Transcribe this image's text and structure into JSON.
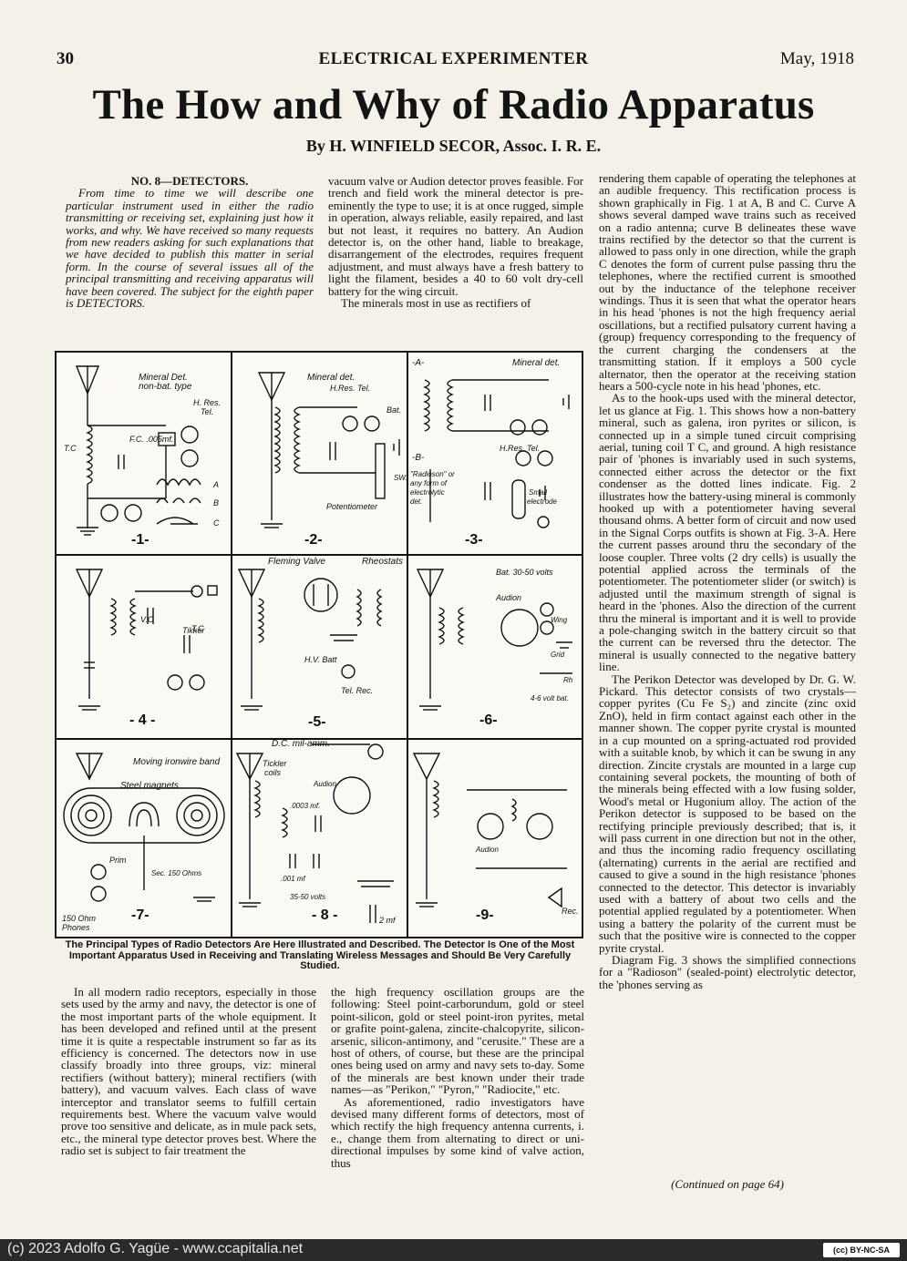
{
  "header": {
    "page_number": "30",
    "magazine": "ELECTRICAL EXPERIMENTER",
    "date": "May, 1918"
  },
  "article": {
    "title": "The How and Why of Radio Apparatus",
    "byline": "By H. WINFIELD SECOR, Assoc. I. R. E."
  },
  "intro": {
    "heading": "NO. 8—DETECTORS.",
    "text": "From time to time we will describe one particular instrument used in either the radio transmitting or receiving set, explaining just how it works, and why. We have received so many requests from new readers asking for such explanations that we have decided to publish this matter in serial form. In the course of several issues all of the principal transmitting and receiving apparatus will have been covered. The subject for the eighth paper is DETECTORS."
  },
  "column_mid_top": [
    "vacuum valve or Audion detector proves feasible. For trench and field work the mineral detector is pre-eminently the type to use; it is at once rugged, simple in operation, always reliable, easily repaired, and last but not least, it requires no battery. An Audion detector is, on the other hand, liable to breakage, disarrangement of the electrodes, requires frequent adjustment, and must always have a fresh battery to light the filament, besides a 40 to 60 volt dry-cell battery for the wing circuit.",
    "The minerals most in use as rectifiers of"
  ],
  "column_right": [
    "rendering them capable of operating the telephones at an audible frequency. This rectification process is shown graphically in Fig. 1 at A, B and C. Curve A shows several damped wave trains such as received on a radio antenna; curve B delineates these wave trains rectified by the detector so that the current is allowed to pass only in one direction, while the graph C denotes the form of current pulse passing thru the telephones, where the rectified current is smoothed out by the inductance of the telephone receiver windings. Thus it is seen that what the operator hears in his head 'phones is not the high frequency aerial oscillations, but a rectified pulsatory current having a (group) frequency corresponding to the frequency of the current charging the condensers at the transmitting station. If it employs a 500 cycle alternator, then the operator at the receiving station hears a 500-cycle note in his head 'phones, etc.",
    "As to the hook-ups used with the mineral detector, let us glance at Fig. 1. This shows how a non-battery mineral, such as galena, iron pyrites or silicon, is connected up in a simple tuned circuit comprising aerial, tuning coil T C, and ground. A high resistance pair of 'phones is invariably used in such systems, connected either across the detector or the fixt condenser as the dotted lines indicate. Fig. 2 illustrates how the battery-using mineral is commonly hooked up with a potentiometer having several thousand ohms. A better form of circuit and now used in the Signal Corps outfits is shown at Fig. 3-A. Here the current passes around thru the secondary of the loose coupler. Three volts (2 dry cells) is usually the potential applied across the terminals of the potentiometer. The potentiometer slider (or switch) is adjusted until the maximum strength of signal is heard in the 'phones. Also the direction of the current thru the mineral is important and it is well to provide a pole-changing switch in the battery circuit so that the current can be reversed thru the detector. The mineral is usually connected to the negative battery line.",
    "The Perikon Detector was developed by Dr. G. W. Pickard. This detector consists of two crystals—copper pyrites (Cu Fe S₂) and zincite (zinc oxid ZnO), held in firm contact against each other in the manner shown. The copper pyrite crystal is mounted in a cup mounted on a spring-actuated rod provided with a suitable knob, by which it can be swung in any direction. Zincite crystals are mounted in a large cup containing several pockets, the mounting of both of the minerals being effected with a low fusing solder, Wood's metal or Hugonium alloy. The action of the Perikon detector is supposed to be based on the rectifying principle previously described; that is, it will pass current in one direction but not in the other, and thus the incoming radio frequency oscillating (alternating) currents in the aerial are rectified and caused to give a sound in the high resistance 'phones connected to the detector. This detector is invariably used with a battery of about two cells and the potential applied regulated by a potentiometer. When using a battery the polarity of the current must be such that the positive wire is connected to the copper pyrite crystal.",
    "Diagram Fig. 3 shows the simplified connections for a \"Radioson\" (sealed-point) electrolytic detector, the 'phones serving as"
  ],
  "continued_note": "(Continued on page 64)",
  "figure": {
    "caption": "The Principal Types of Radio Detectors Are Here Illustrated and Described. The Detector Is One of the Most Important Apparatus Used in Receiving and Translating Wireless Messages and Should Be Very Carefully Studied.",
    "labels": {
      "f1a": "Mineral Det.",
      "f1b": "non-bat. type",
      "f1c": "H. Res.",
      "f1d": "Tel.",
      "f1e": "F.C. .005mf.",
      "f1f": "T.C",
      "f1g": "A",
      "f1h": "B",
      "f1i": "C",
      "f2a": "Mineral det.",
      "f2b": "H.Res. Tel.",
      "f2c": "Bat.",
      "f2d": "Potentiometer",
      "f2e": "SW.",
      "f3a": "Mineral det.",
      "f3b": "H.Res. Tel.",
      "f3c": "\"Radioson\" or",
      "f3d": "any form of",
      "f3e": "electrolytic",
      "f3f": "det.",
      "f3g": "Small",
      "f3h": "electrode",
      "f3i": "-A-",
      "f3j": "-B-",
      "f4a": "Tikker",
      "f4b": "V.C",
      "f4c": "T.C",
      "f5a": "Fleming Valve",
      "f5b": "Rheostats",
      "f5c": "H.V. Batt",
      "f5d": "Tel. Rec.",
      "f6a": "Bat. 30-50 volts",
      "f6b": "Audion",
      "f6c": "Wing",
      "f6d": "Grid",
      "f6e": "Rh",
      "f6f": "4-6 volt bat.",
      "f7a": "Moving ironwire band",
      "f7b": "Steel magnets",
      "f7c": "Prim",
      "f7d": "Sec. 150 Ohms",
      "f7e": "150 Ohm",
      "f7f": "Phones",
      "f8a": "D.C. mil-amm.",
      "f8b": "Tickler",
      "f8c": "coils",
      "f8d": "Audion",
      "f8e": ".0003 mf.",
      "f8f": ".001 mf",
      "f8g": "35-50 volts",
      "f8h": "2 mf",
      "f9a": "Audion",
      "f9b": "Rec.",
      "n1": "-1-",
      "n2": "-2-",
      "n3": "-3-",
      "n4": "- 4 -",
      "n5": "-5-",
      "n6": "-6-",
      "n7": "-7-",
      "n8": "- 8 -",
      "n9": "-9-"
    }
  },
  "column_bottom_left": [
    "In all modern radio receptors, especially in those sets used by the army and navy, the detector is one of the most important parts of the whole equipment. It has been developed and refined until at the present time it is quite a respectable instrument so far as its efficiency is concerned. The detectors now in use classify broadly into three groups, viz: mineral rectifiers (without battery); mineral rectifiers (with battery), and vacuum valves. Each class of wave interceptor and translator seems to fulfill certain requirements best. Where the vacuum valve would prove too sensitive and delicate, as in mule pack sets, etc., the mineral type detector proves best. Where the radio set is subject to fair treatment the"
  ],
  "column_bottom_mid": [
    "the high frequency oscillation groups are the following: Steel point-carborundum, gold or steel point-silicon, gold or steel point-iron pyrites, metal or grafite point-galena, zincite-chalcopyrite, silicon-arsenic, silicon-antimony, and \"cerusite.\" These are a host of others, of course, but these are the principal ones being used on army and navy sets to-day. Some of the minerals are best known under their trade names—as \"Perikon,\" \"Pyron,\" \"Radiocite,\" etc.",
    "As aforementioned, radio investigators have devised many different forms of detectors, most of which rectify the high frequency antenna currents, i. e., change them from alternating to direct or uni-directional impulses by some kind of valve action, thus"
  ],
  "footer": {
    "copyright": "(c) 2023 Adolfo G. Yagüe - www.ccapitalia.net",
    "license": "(cc) BY-NC-SA"
  }
}
